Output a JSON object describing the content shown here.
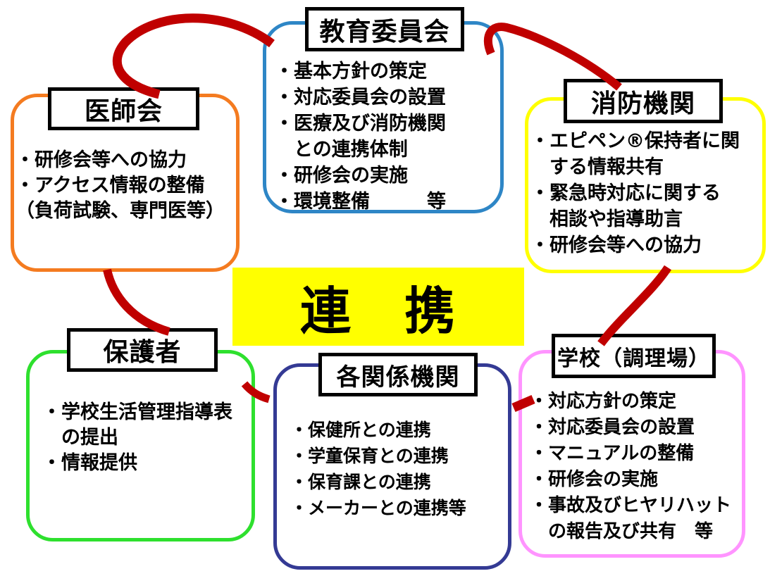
{
  "diagram": {
    "background_color": "#FFFFFF",
    "connector_color": "#C00000",
    "center_label": {
      "text": "連　携",
      "bg_color": "#FFFF00",
      "text_color": "#000000"
    },
    "boxes": [
      {
        "id": "education-board",
        "title": "教育委員会",
        "border_color": "#2E86C6",
        "lines": [
          "・基本方針の策定",
          "・対応委員会の設置",
          "・医療及び消防機関",
          "　との連携体制",
          "・研修会の実施",
          "・環境整備　　　等"
        ]
      },
      {
        "id": "fire-department",
        "title": "消防機関",
        "border_color": "#FFFF00",
        "lines": [
          "・エピペン®保持者に関",
          "　する情報共有",
          "・緊急時対応に関する",
          "　相談や指導助言",
          "・研修会等への協力"
        ]
      },
      {
        "id": "medical-association",
        "title": "医師会",
        "border_color": "#F47B20",
        "lines": [
          "・研修会等への協力",
          "・アクセス情報の整備",
          "（負荷試験、専門医等）"
        ]
      },
      {
        "id": "guardians",
        "title": "保護者",
        "border_color": "#2EE02E",
        "lines": [
          "・学校生活管理指導表",
          "　の提出",
          "・情報提供"
        ]
      },
      {
        "id": "related-organizations",
        "title": "各関係機関",
        "border_color": "#343A94",
        "lines": [
          "・保健所との連携",
          "・学童保育との連携",
          "・保育課との連携",
          "・メーカーとの連携等"
        ]
      },
      {
        "id": "school-kitchen",
        "title": "学校（調理場）",
        "border_color": "#FF94FF",
        "lines": [
          "・対応方針の策定",
          "・対応委員会の設置",
          "・マニュアルの整備",
          "・研修会の実施",
          "・事故及びヒヤリハット",
          "　の報告及び共有　等"
        ]
      }
    ],
    "connections": [
      {
        "from": "medical-association",
        "to": "education-board"
      },
      {
        "from": "education-board",
        "to": "fire-department"
      },
      {
        "from": "fire-department",
        "to": "school-kitchen"
      },
      {
        "from": "medical-association",
        "to": "guardians"
      },
      {
        "from": "guardians",
        "to": "related-organizations"
      },
      {
        "from": "related-organizations",
        "to": "school-kitchen"
      }
    ]
  }
}
